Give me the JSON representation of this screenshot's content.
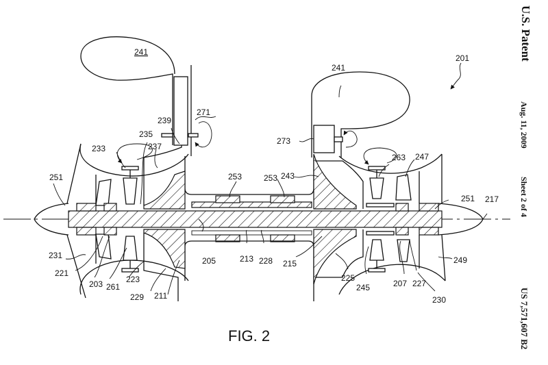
{
  "header": {
    "title": "U.S. Patent",
    "date": "Aug. 11, 2009",
    "sheet": "Sheet 2 of 4",
    "patent_number": "US 7,571,607 B2"
  },
  "figure": {
    "caption": "FIG. 2",
    "assembly_ref": "201",
    "labels": {
      "l241a": "241",
      "l241b": "241",
      "l201": "201",
      "l271": "271",
      "l239": "239",
      "l235": "235",
      "l233": "233",
      "l237": "237",
      "l273": "273",
      "l263": "263",
      "l247": "247",
      "l253a": "253",
      "l253b": "253",
      "l243": "243",
      "l251a": "251",
      "l251b": "251",
      "l217": "217",
      "l231": "231",
      "l221": "221",
      "l203": "203",
      "l261": "261",
      "l223": "223",
      "l229": "229",
      "l211": "211",
      "l205": "205",
      "l213": "213",
      "l228": "228",
      "l215": "215",
      "l225": "225",
      "l245": "245",
      "l207": "207",
      "l227": "227",
      "l249": "249",
      "l230": "230"
    }
  }
}
